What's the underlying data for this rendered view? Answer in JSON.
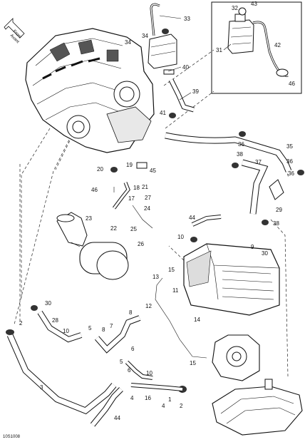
{
  "front_label": {
    "line1": "Front",
    "line2": "Avant"
  },
  "figure_code": "10S1008",
  "callouts": [
    "1",
    "2",
    "3",
    "4",
    "5",
    "6",
    "7",
    "8",
    "9",
    "10",
    "11",
    "12",
    "13",
    "14",
    "15",
    "16",
    "17",
    "18",
    "19",
    "20",
    "21",
    "22",
    "23",
    "24",
    "25",
    "26",
    "27",
    "28",
    "29",
    "30",
    "31",
    "32",
    "33",
    "34",
    "35",
    "36",
    "37",
    "38",
    "39",
    "40",
    "41",
    "42",
    "43",
    "44",
    "45",
    "46"
  ],
  "colors": {
    "line": "#111111",
    "background": "#ffffff",
    "fill_dark": "#333333"
  }
}
